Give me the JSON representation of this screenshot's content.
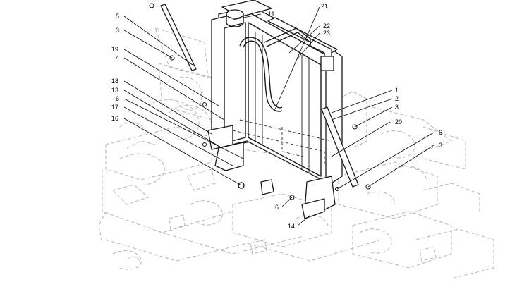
{
  "callouts": [
    {
      "id": "c5",
      "text": "5"
    },
    {
      "id": "c3a",
      "text": "3"
    },
    {
      "id": "c19",
      "text": "19"
    },
    {
      "id": "c4",
      "text": "4"
    },
    {
      "id": "c18",
      "text": "18"
    },
    {
      "id": "c13",
      "text": "13"
    },
    {
      "id": "c6a",
      "text": "6"
    },
    {
      "id": "c17",
      "text": "17"
    },
    {
      "id": "c16",
      "text": "16"
    },
    {
      "id": "c11",
      "text": "11"
    },
    {
      "id": "c21",
      "text": "21"
    },
    {
      "id": "c22",
      "text": "22"
    },
    {
      "id": "c23",
      "text": "23"
    },
    {
      "id": "c1",
      "text": "1"
    },
    {
      "id": "c2",
      "text": "2"
    },
    {
      "id": "c3b",
      "text": "3"
    },
    {
      "id": "c20",
      "text": "20"
    },
    {
      "id": "c6b",
      "text": "6"
    },
    {
      "id": "c3c",
      "text": "3"
    },
    {
      "id": "c6c",
      "text": "6"
    },
    {
      "id": "c14",
      "text": "14"
    }
  ]
}
